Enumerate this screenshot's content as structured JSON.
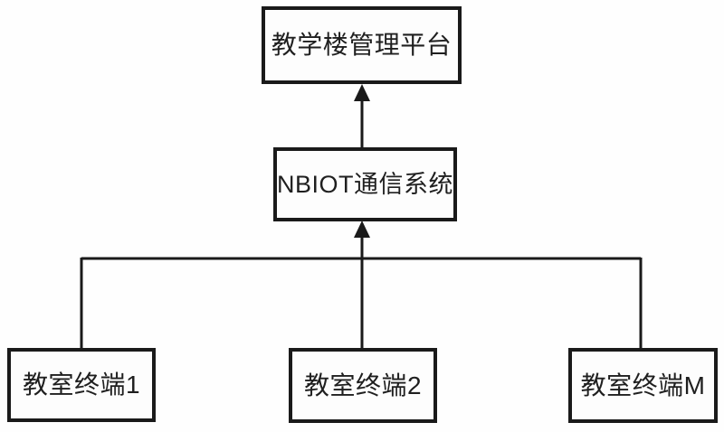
{
  "diagram": {
    "platform": {
      "label": "教学楼管理平台"
    },
    "nbiot": {
      "label": "NBIOT通信系统"
    },
    "terminals": [
      {
        "label": "教室终端1"
      },
      {
        "label": "教室终端2"
      },
      {
        "label": "教室终端M"
      }
    ],
    "colors": {
      "line": "#1a1a1a",
      "background": "#fefefe",
      "text": "#1f1f1f"
    }
  }
}
